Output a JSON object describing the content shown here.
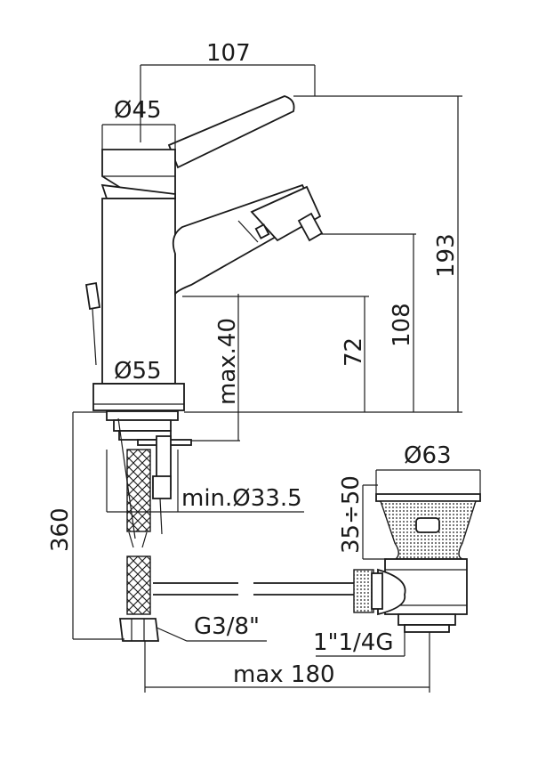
{
  "dimensions": {
    "width_107": "107",
    "dia_45": "Ø45",
    "height_193": "193",
    "height_108": "108",
    "height_72": "72",
    "max_40": "max.40",
    "dia_55": "Ø55",
    "min_33_5": "min.Ø33.5",
    "length_360": "360",
    "thread_g38": "G3/8\"",
    "dia_63": "Ø63",
    "range_35_50": "35÷50",
    "thread_114g": "1\"1/4G",
    "max_180": "max 180"
  }
}
